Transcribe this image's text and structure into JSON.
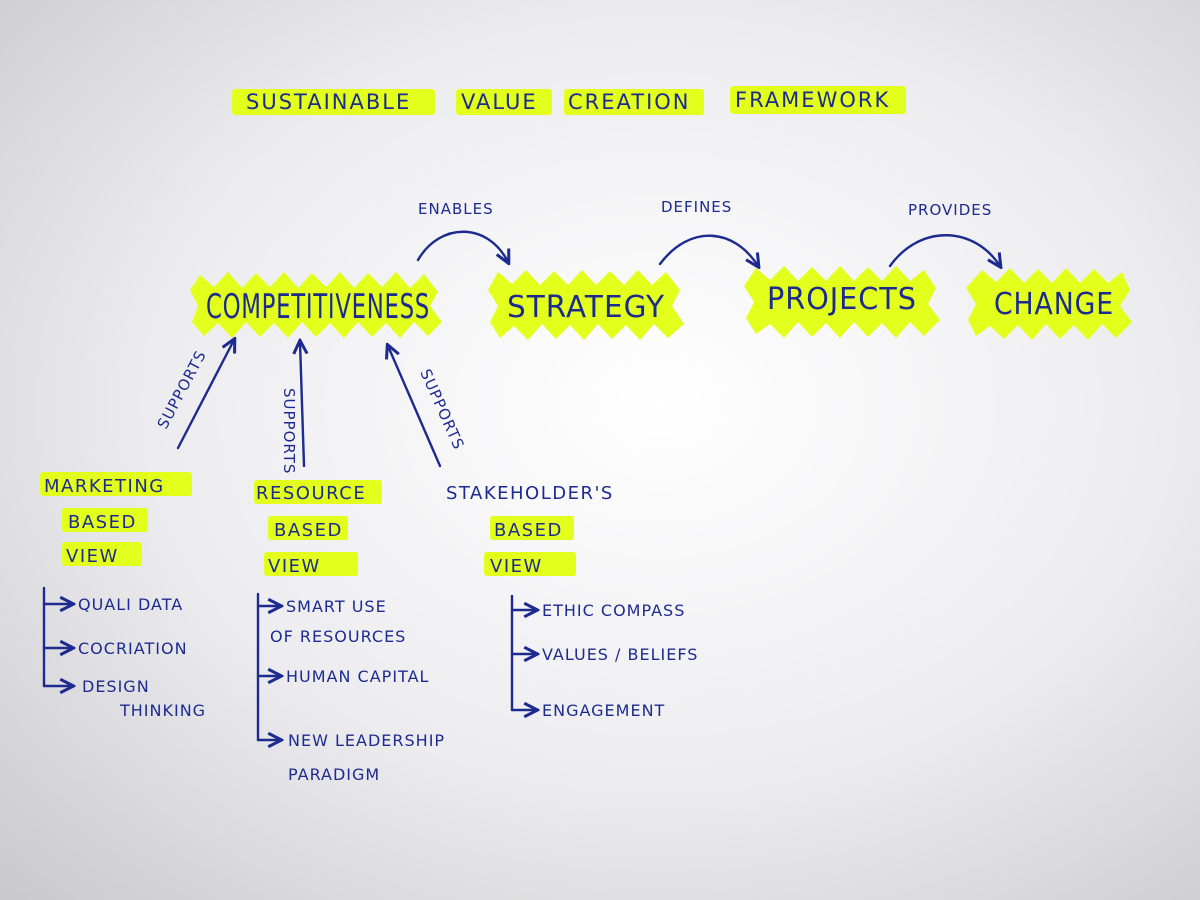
{
  "title": {
    "words": [
      "SUSTAINABLE",
      "VALUE",
      "CREATION",
      "FRAMEWORK"
    ]
  },
  "nodes": {
    "competitiveness": "COMPETITIVENESS",
    "strategy": "STRATEGY",
    "projects": "PROJECTS",
    "change": "CHANGE"
  },
  "edges": {
    "enables": "ENABLES",
    "defines": "DEFINES",
    "provides": "PROVIDES",
    "supports": "SUPPORTS"
  },
  "views": [
    {
      "lines": [
        "MARKETING",
        "BASED",
        "VIEW"
      ],
      "items": [
        "QUALI DATA",
        "COCRIATION",
        "DESIGN",
        "THINKING"
      ]
    },
    {
      "lines": [
        "RESOURCE",
        "BASED",
        "VIEW"
      ],
      "items": [
        "SMART USE",
        "OF RESOURCES",
        "HUMAN CAPITAL",
        "NEW LEADERSHIP",
        "PARADIGM"
      ]
    },
    {
      "lines": [
        "STAKEHOLDER'S",
        "BASED",
        "VIEW"
      ],
      "items": [
        "ETHIC COMPASS",
        "VALUES / BELIEFS",
        "ENGAGEMENT"
      ]
    }
  ],
  "colors": {
    "highlighter": "#e3ff1c",
    "ink": "#1d2a8f",
    "paper": "#ececef"
  }
}
